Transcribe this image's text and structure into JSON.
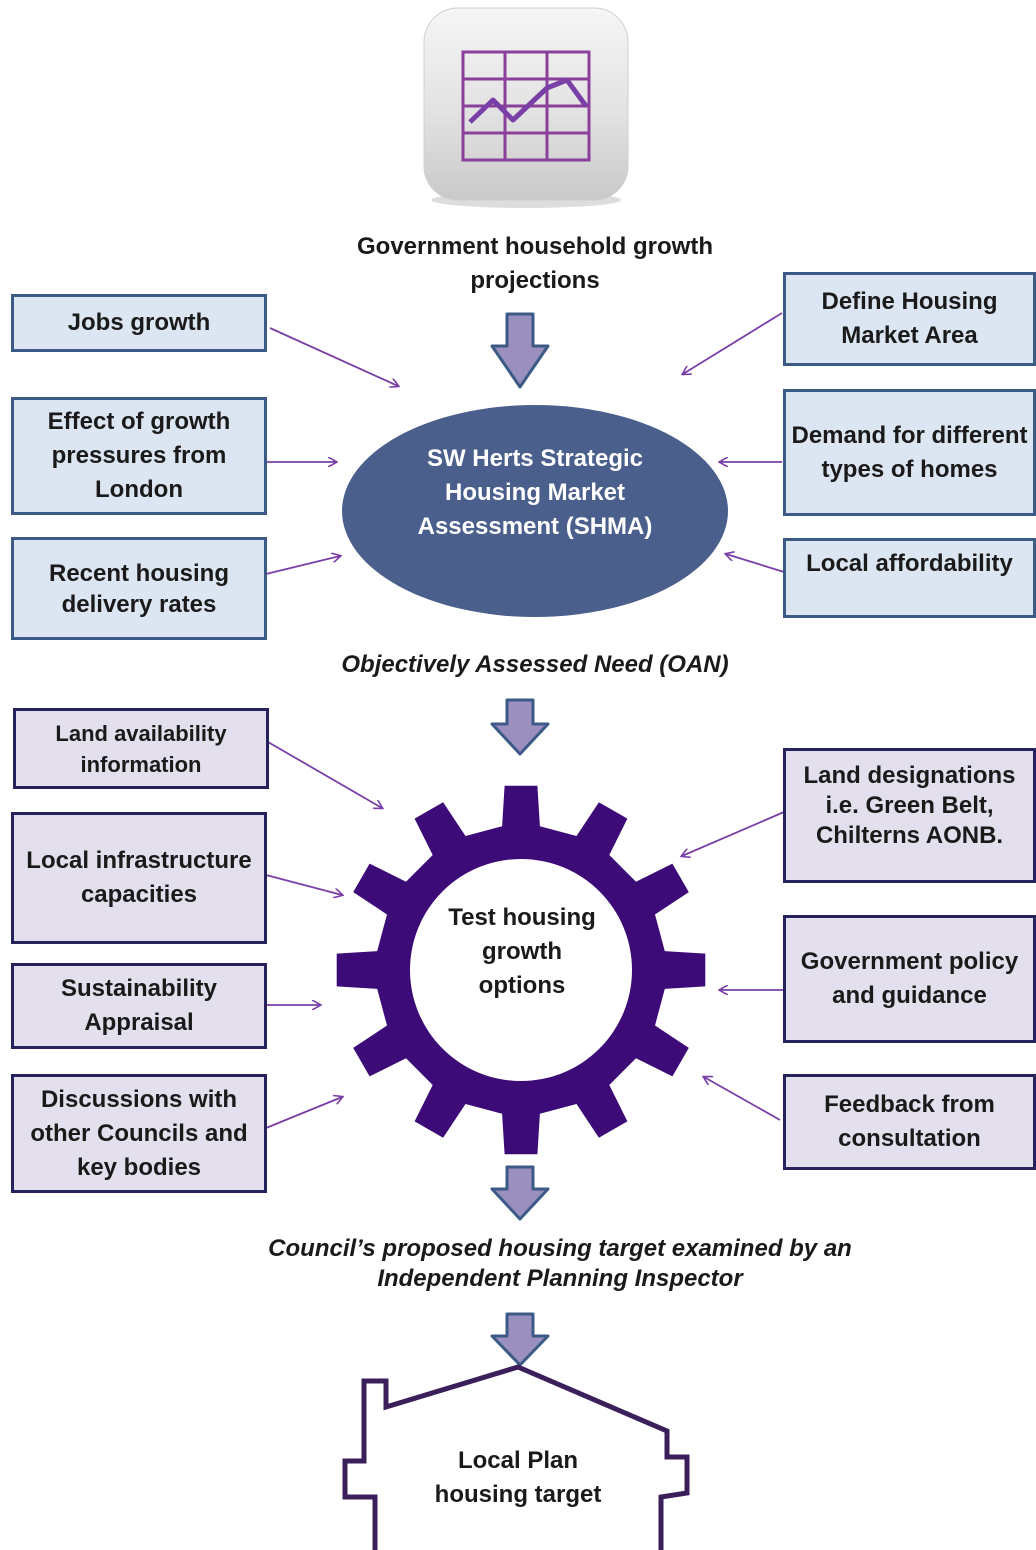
{
  "top": {
    "icon": "line-chart-icon",
    "projections_label": "Government household growth projections"
  },
  "shma": {
    "title": "SW Herts Strategic Housing Market Assessment (SHMA)",
    "left_inputs": [
      "Jobs growth",
      "Effect of growth pressures from London",
      "Recent housing delivery rates"
    ],
    "right_inputs": [
      "Define Housing Market Area",
      "Demand for different types of homes",
      "Local affordability"
    ]
  },
  "oan": {
    "label": "Objectively Assessed Need (OAN)"
  },
  "test": {
    "title": "Test housing growth options",
    "left_inputs": [
      "Land availability information",
      "Local infrastructure capacities",
      "Sustainability Appraisal",
      "Discussions with other Councils and key bodies"
    ],
    "right_inputs": [
      "Land designations i.e. Green Belt, Chilterns AONB.",
      "Government policy and guidance",
      "Feedback from consultation"
    ]
  },
  "examination": {
    "label": "Council’s proposed housing target examined by an Independent Planning Inspector"
  },
  "result": {
    "label": "Local Plan housing target",
    "icon": "house-outline-icon"
  },
  "colors": {
    "ellipse": "#4a5f8c",
    "gear": "#3c0b78",
    "arrow_fill": "#9b8fbf",
    "arrow_stroke": "#3b5a86",
    "connector": "#7a3fa6",
    "house": "#3a1f5a"
  }
}
